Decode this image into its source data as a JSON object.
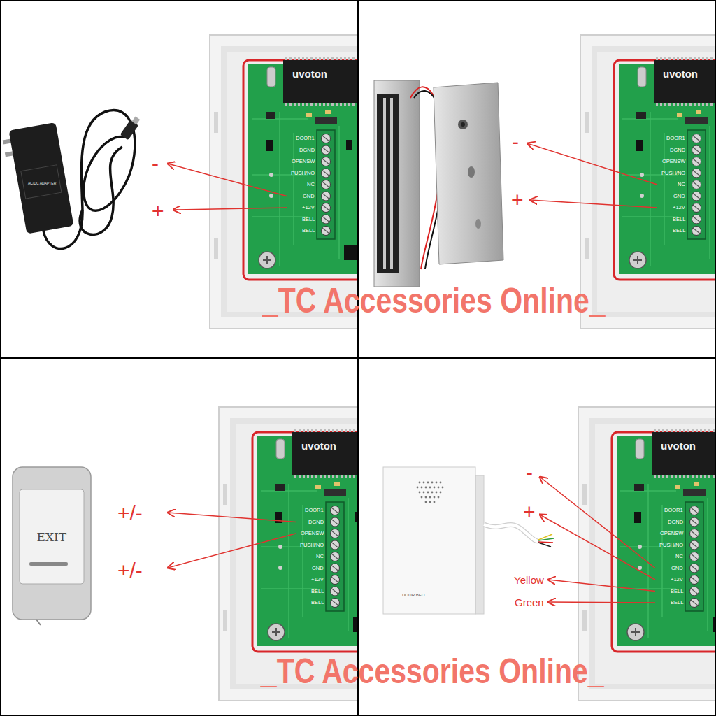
{
  "diagram": {
    "labels": [
      "-",
      "+",
      "AC/DC ADAPTER",
      "uvoton",
      "DOOR1",
      "DGND",
      "OPENSW",
      "PUSH/NO",
      "NC",
      "GND",
      "+12V",
      "BELL",
      "BELL",
      "uvoton",
      "-",
      "+",
      "DOOR1",
      "DGND",
      "OPENSW",
      "PUSH/NO",
      "NC",
      "GND",
      "+12V",
      "BELL",
      "BELL",
      "_TC Accessories Online_",
      "uvoton",
      "+/-",
      "+/-",
      "EXIT",
      "DOOR1",
      "DGND",
      "OPENSW",
      "PUSH/NO",
      "NC",
      "GND",
      "+12V",
      "BELL",
      "BELL",
      "uvoton",
      "-",
      "+",
      "Yellow",
      "Green",
      "DOOR BELL",
      "DOOR1",
      "DGND",
      "OPENSW",
      "PUSH/NO",
      "NC",
      "GND",
      "+12V",
      "BELL",
      "BELL",
      "_TC Accessories Online_"
    ]
  }
}
